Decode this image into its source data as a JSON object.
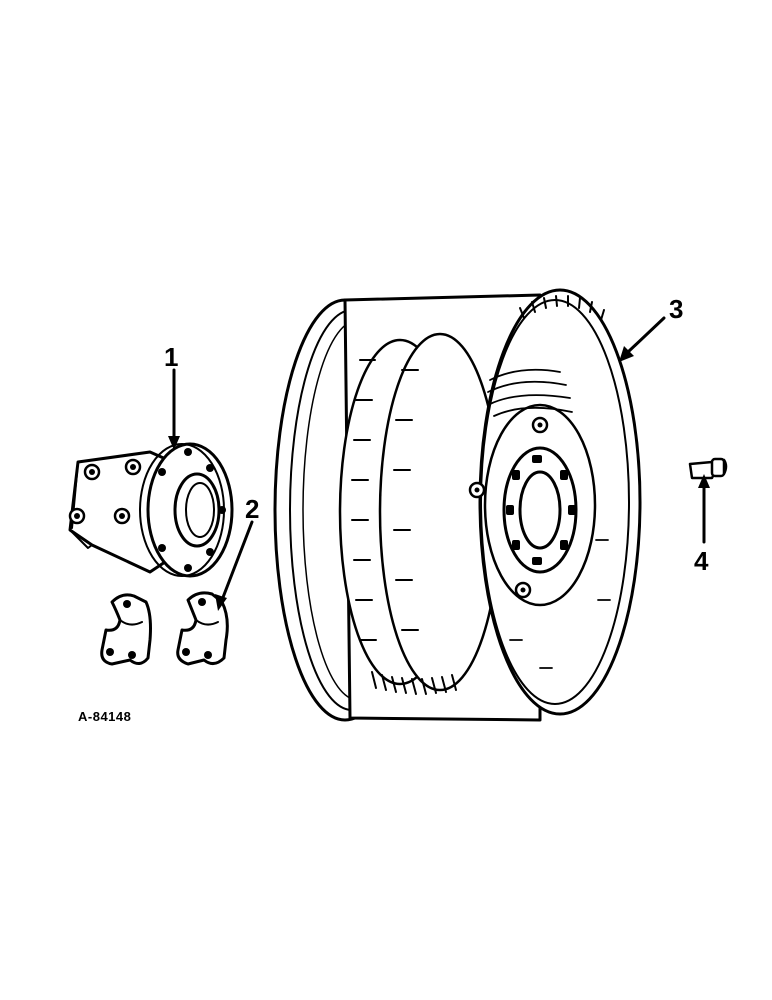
{
  "callouts": [
    {
      "id": "1",
      "label": "1"
    },
    {
      "id": "2",
      "label": "2"
    },
    {
      "id": "3",
      "label": "3"
    },
    {
      "id": "4",
      "label": "4"
    }
  ],
  "reference_code": "A-84148",
  "parts": [
    {
      "callout": "1",
      "icon": "wheel-hub-icon"
    },
    {
      "callout": "2",
      "icon": "clamp-half-icon"
    },
    {
      "callout": "3",
      "icon": "wheel-rim-icon"
    },
    {
      "callout": "4",
      "icon": "bolt-icon"
    }
  ]
}
